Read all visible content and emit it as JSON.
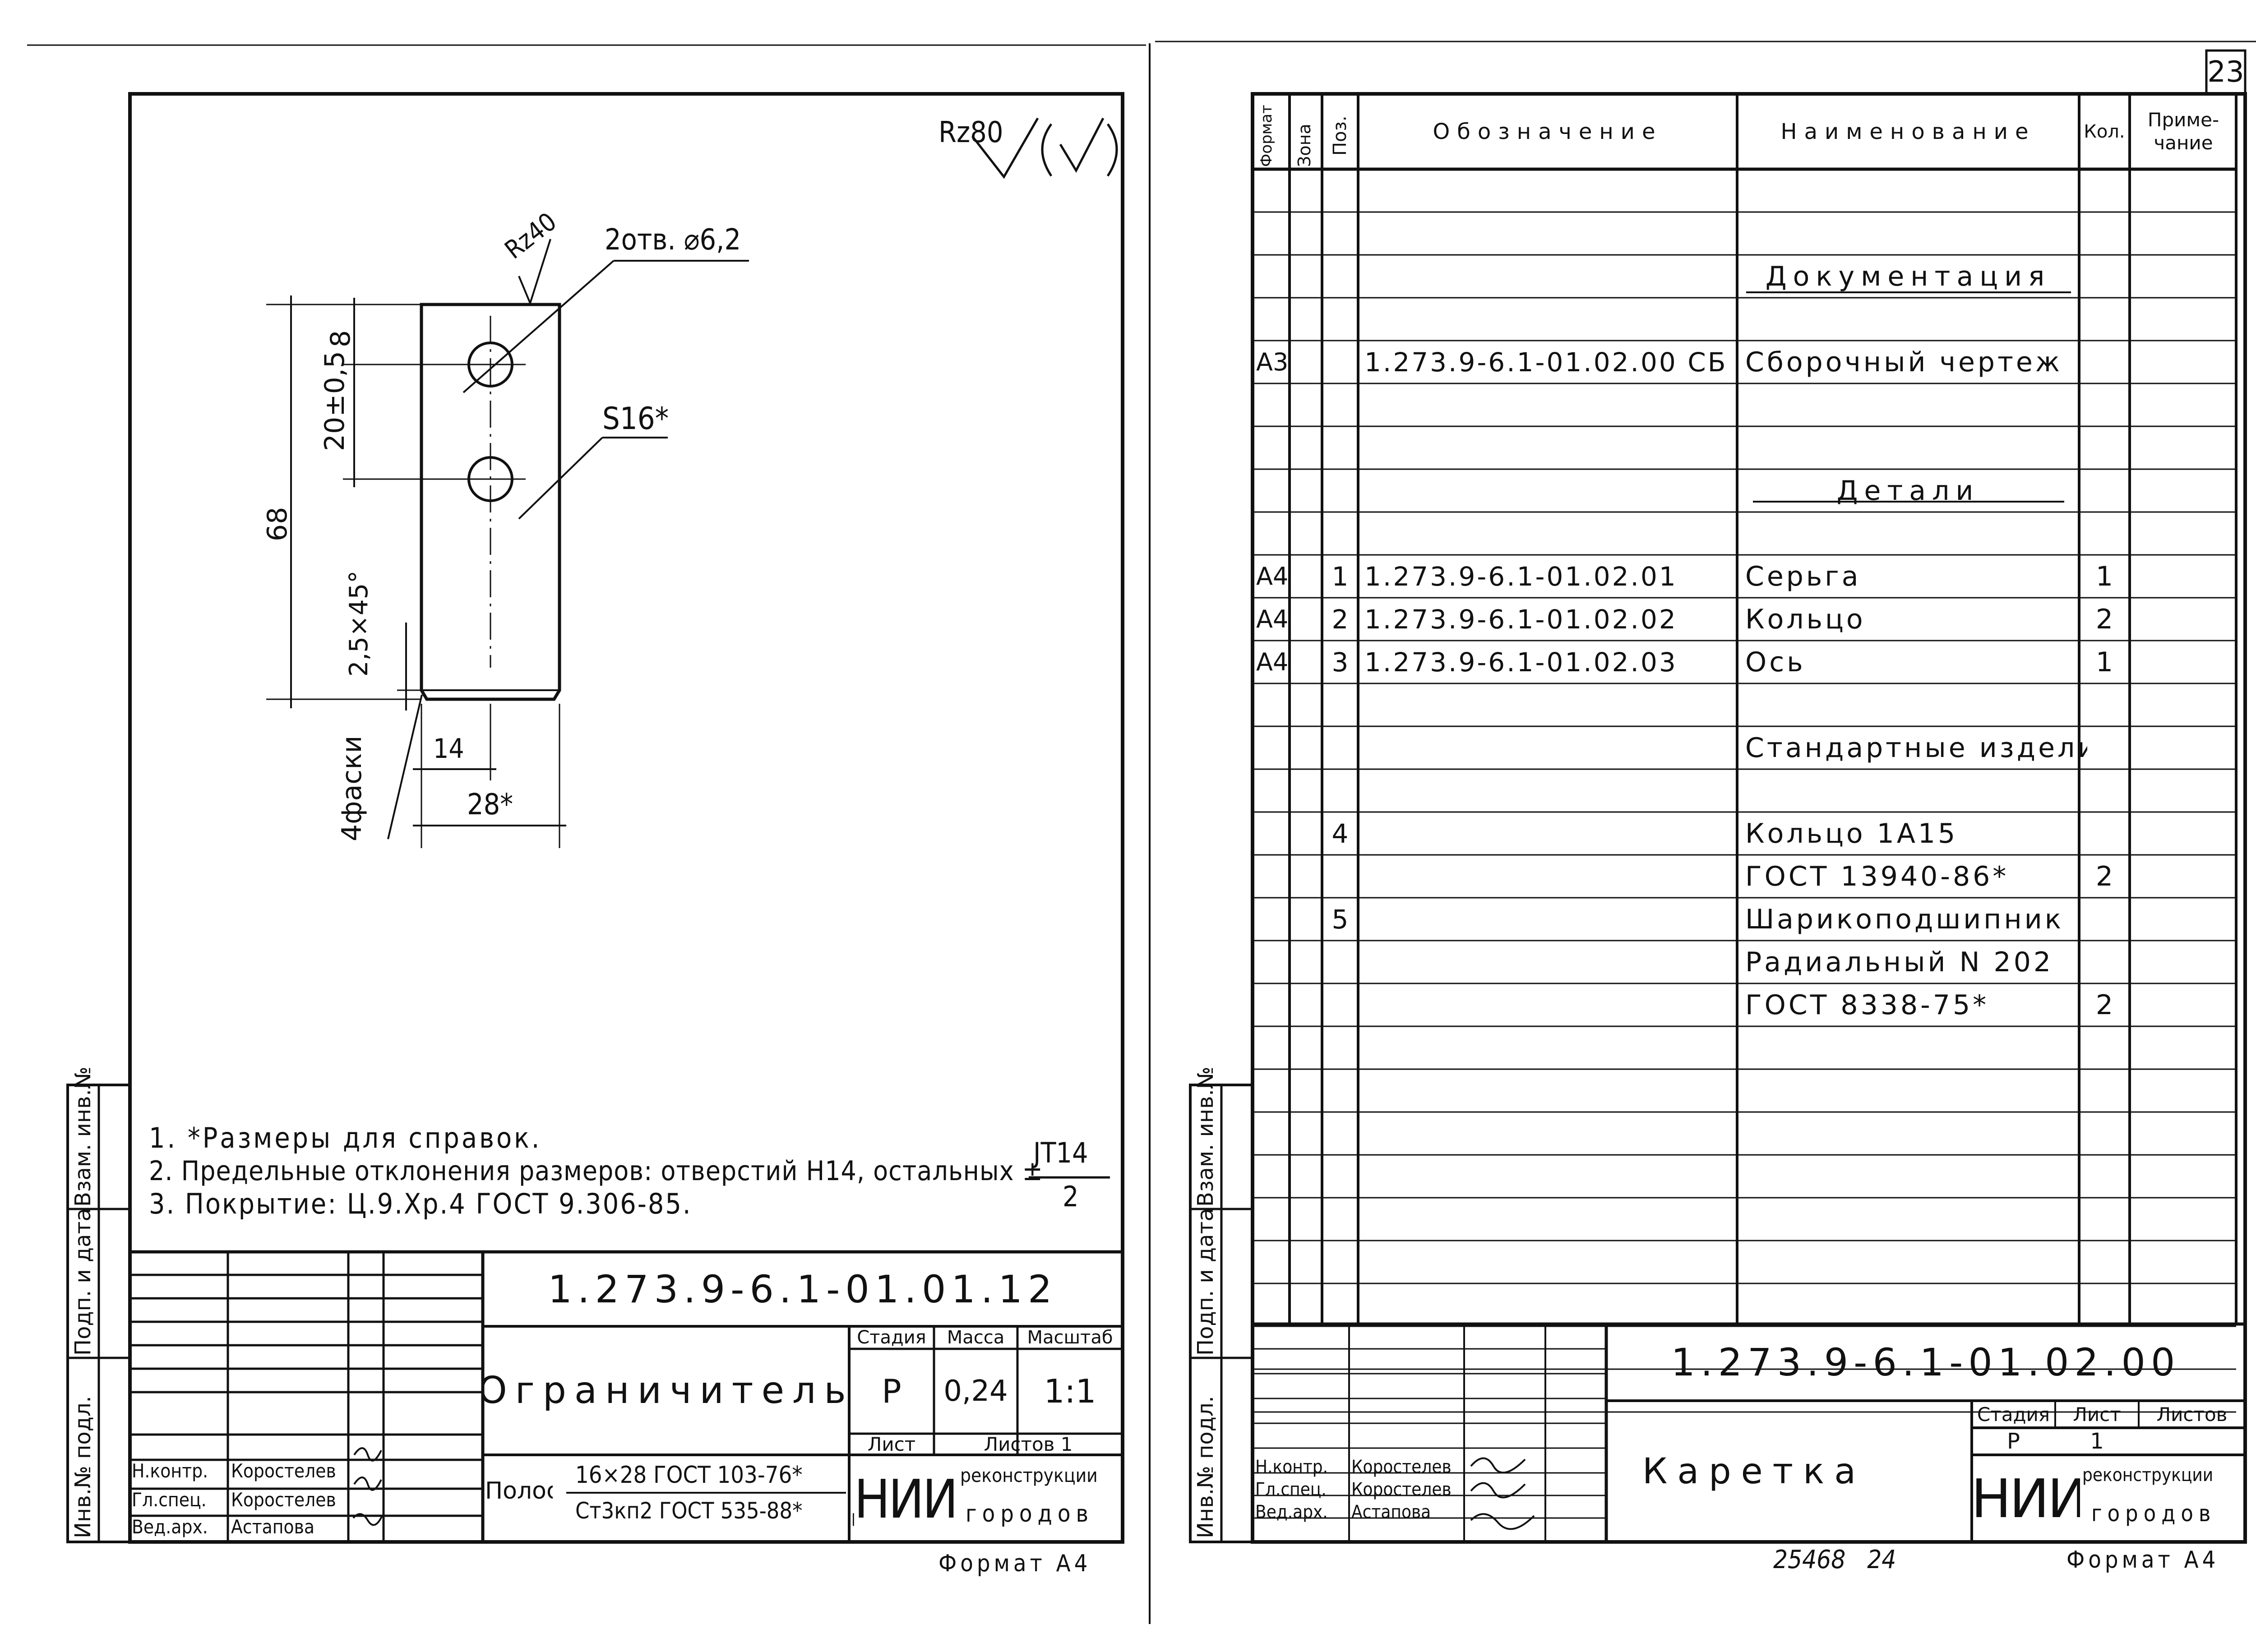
{
  "page_number": "23",
  "left_sheet": {
    "roughness_main": "Rz80",
    "roughness_hole": "Rz40",
    "holes_note": "2отв. ⌀6,2",
    "thickness": "S16*",
    "dims": {
      "hole_offset": "8",
      "hole_spacing": "20±0,5",
      "total_length": "68",
      "chamfer": "2,5×45°",
      "chamfer_count": "4фаски",
      "half_width": "14",
      "width": "28*"
    },
    "notes": [
      "1. *Размеры для справок.",
      "2. Предельные отклонения размеров: отверстий H14, остальных ±",
      "3. Покрытие: Ц.9.Хр.4 ГОСТ 9.306-85."
    ],
    "tolerance_fraction": {
      "num": "JT14",
      "den": "2"
    },
    "designation": "1.273.9-6.1-01.01.12",
    "title": "Ограничитель",
    "headers": {
      "stage": "Стадия",
      "mass": "Масса",
      "scale": "Масштаб",
      "sheet": "Лист",
      "sheets": "Листов 1"
    },
    "values": {
      "stage": "Р",
      "mass": "0,24",
      "scale": "1:1"
    },
    "material_prefix": "Полоса",
    "material_top": "16×28 ГОСТ 103-76*",
    "material_bottom": "Ст3кп2 ГОСТ 535-88*",
    "signers": [
      {
        "role": "Н.контр.",
        "name": "Коростелев"
      },
      {
        "role": "Гл.спец.",
        "name": "Коростелев"
      },
      {
        "role": "Вед.арх.",
        "name": "Астапова"
      }
    ],
    "org_logo": "ЦНИИП",
    "org_line1": "реконструкции",
    "org_line2": "городов",
    "format": "Формат А4",
    "side_labels": [
      "Инв.№ подл.",
      "Подп. и дата",
      "Взам. инв.№"
    ]
  },
  "right_sheet": {
    "headers": {
      "format": "Формат",
      "zone": "Зона",
      "pos": "Поз.",
      "designation": "Обозначение",
      "name": "Наименование",
      "qty": "Кол.",
      "note": "Приме-чание"
    },
    "rows": [
      {
        "format": "",
        "pos": "",
        "designation": "",
        "name": "",
        "qty": ""
      },
      {
        "format": "",
        "pos": "",
        "designation": "",
        "name": "",
        "qty": ""
      },
      {
        "format": "",
        "pos": "",
        "designation": "",
        "name": "Документация",
        "qty": "",
        "section": true
      },
      {
        "format": "",
        "pos": "",
        "designation": "",
        "name": "",
        "qty": ""
      },
      {
        "format": "А3",
        "pos": "",
        "designation": "1.273.9-6.1-01.02.00 СБ",
        "name": "Сборочный чертеж",
        "qty": ""
      },
      {
        "format": "",
        "pos": "",
        "designation": "",
        "name": "",
        "qty": ""
      },
      {
        "format": "",
        "pos": "",
        "designation": "",
        "name": "",
        "qty": ""
      },
      {
        "format": "",
        "pos": "",
        "designation": "",
        "name": "Детали",
        "qty": "",
        "section": true
      },
      {
        "format": "",
        "pos": "",
        "designation": "",
        "name": "",
        "qty": ""
      },
      {
        "format": "А4",
        "pos": "1",
        "designation": "1.273.9-6.1-01.02.01",
        "name": "Серьга",
        "qty": "1"
      },
      {
        "format": "А4",
        "pos": "2",
        "designation": "1.273.9-6.1-01.02.02",
        "name": "Кольцо",
        "qty": "2"
      },
      {
        "format": "А4",
        "pos": "3",
        "designation": "1.273.9-6.1-01.02.03",
        "name": "Ось",
        "qty": "1"
      },
      {
        "format": "",
        "pos": "",
        "designation": "",
        "name": "",
        "qty": ""
      },
      {
        "format": "",
        "pos": "",
        "designation": "",
        "name": "Стандартные изделия",
        "qty": ""
      },
      {
        "format": "",
        "pos": "",
        "designation": "",
        "name": "",
        "qty": ""
      },
      {
        "format": "",
        "pos": "4",
        "designation": "",
        "name": "Кольцо 1А15",
        "qty": ""
      },
      {
        "format": "",
        "pos": "",
        "designation": "",
        "name": "ГОСТ 13940-86*",
        "qty": "2"
      },
      {
        "format": "",
        "pos": "5",
        "designation": "",
        "name": "Шарикоподшипник",
        "qty": ""
      },
      {
        "format": "",
        "pos": "",
        "designation": "",
        "name": "Радиальный N 202",
        "qty": ""
      },
      {
        "format": "",
        "pos": "",
        "designation": "",
        "name": "ГОСТ 8338-75*",
        "qty": "2"
      },
      {
        "format": "",
        "pos": "",
        "designation": "",
        "name": "",
        "qty": ""
      },
      {
        "format": "",
        "pos": "",
        "designation": "",
        "name": "",
        "qty": ""
      },
      {
        "format": "",
        "pos": "",
        "designation": "",
        "name": "",
        "qty": ""
      },
      {
        "format": "",
        "pos": "",
        "designation": "",
        "name": "",
        "qty": ""
      },
      {
        "format": "",
        "pos": "",
        "designation": "",
        "name": "",
        "qty": ""
      },
      {
        "format": "",
        "pos": "",
        "designation": "",
        "name": "",
        "qty": ""
      },
      {
        "format": "",
        "pos": "",
        "designation": "",
        "name": "",
        "qty": ""
      },
      {
        "format": "",
        "pos": "",
        "designation": "",
        "name": "",
        "qty": ""
      },
      {
        "format": "",
        "pos": "",
        "designation": "",
        "name": "",
        "qty": ""
      }
    ],
    "designation": "1.273.9-6.1-01.02.00",
    "title": "Каретка",
    "tb_headers": {
      "stage": "Стадия",
      "sheet": "Лист",
      "sheets": "Листов"
    },
    "tb_values": {
      "stage": "Р",
      "sheet": "1",
      "sheets": ""
    },
    "signers": [
      {
        "role": "Н.контр.",
        "name": "Коростелев"
      },
      {
        "role": "Гл.спец.",
        "name": "Коростелев"
      },
      {
        "role": "Вед.арх.",
        "name": "Астапова"
      }
    ],
    "org_logo": "ЦНИИП",
    "org_line1": "реконструкции",
    "org_line2": "городов",
    "footer_numbers": "25468   24",
    "format": "Формат А4",
    "side_labels": [
      "Инв.№ подл.",
      "Подп. и дата",
      "Взам. инв.№"
    ]
  }
}
